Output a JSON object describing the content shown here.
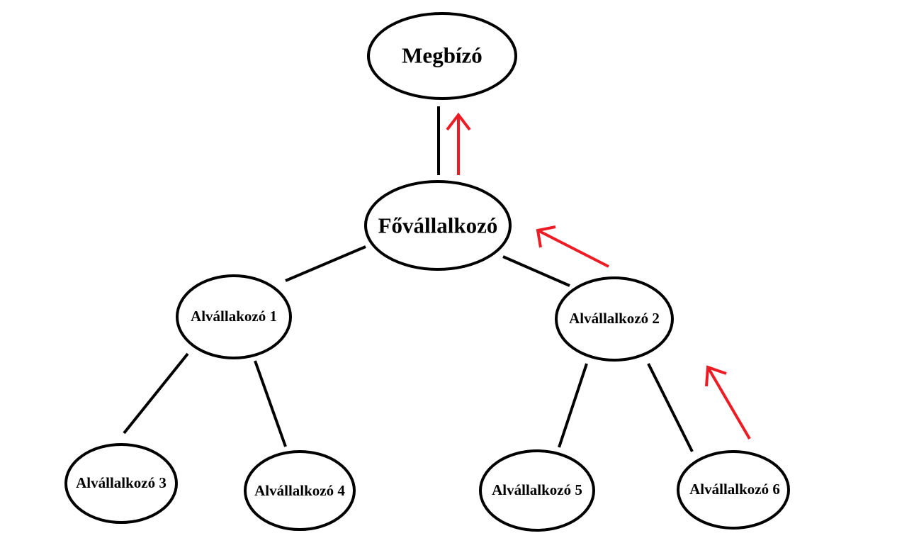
{
  "nodes": {
    "megbizo": "Megbízó",
    "fovallalkozo": "Fővállalkozó",
    "alvallalkozo_1": "Alvállakozó 1",
    "alvallalkozo_2": "Alvállalkozó 2",
    "alvallalkozo_3": "Alvállalkozó 3",
    "alvallalkozo_4": "Alvállalkozó 4",
    "alvallalkozo_5": "Alvállalkozó 5",
    "alvallalkozo_6": "Alvállalkozó 6"
  },
  "colors": {
    "line": "#000000",
    "arrow": "#ed1c24",
    "background": "#ffffff"
  }
}
